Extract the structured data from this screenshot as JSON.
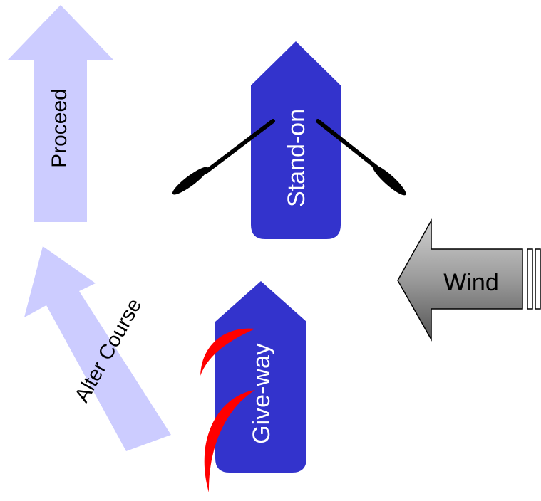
{
  "labels": {
    "proceed": "Proceed",
    "alter_course": "Alter Course",
    "stand_on": "Stand-on",
    "give_way": "Give-way",
    "wind": "Wind"
  },
  "colors": {
    "light_arrow": "#ccccff",
    "boat": "#3333cc",
    "boat_text": "#ffffff",
    "oar": "#000000",
    "paddle_stroke": "#ff0000",
    "wind_arrow_dark": "#555555",
    "wind_arrow_light": "#c8c8c8"
  },
  "icons": {
    "stand_on_oars": "oar-icon",
    "give_way_strokes": "paddle-stroke-icon",
    "wind": "wind-arrow-icon"
  }
}
